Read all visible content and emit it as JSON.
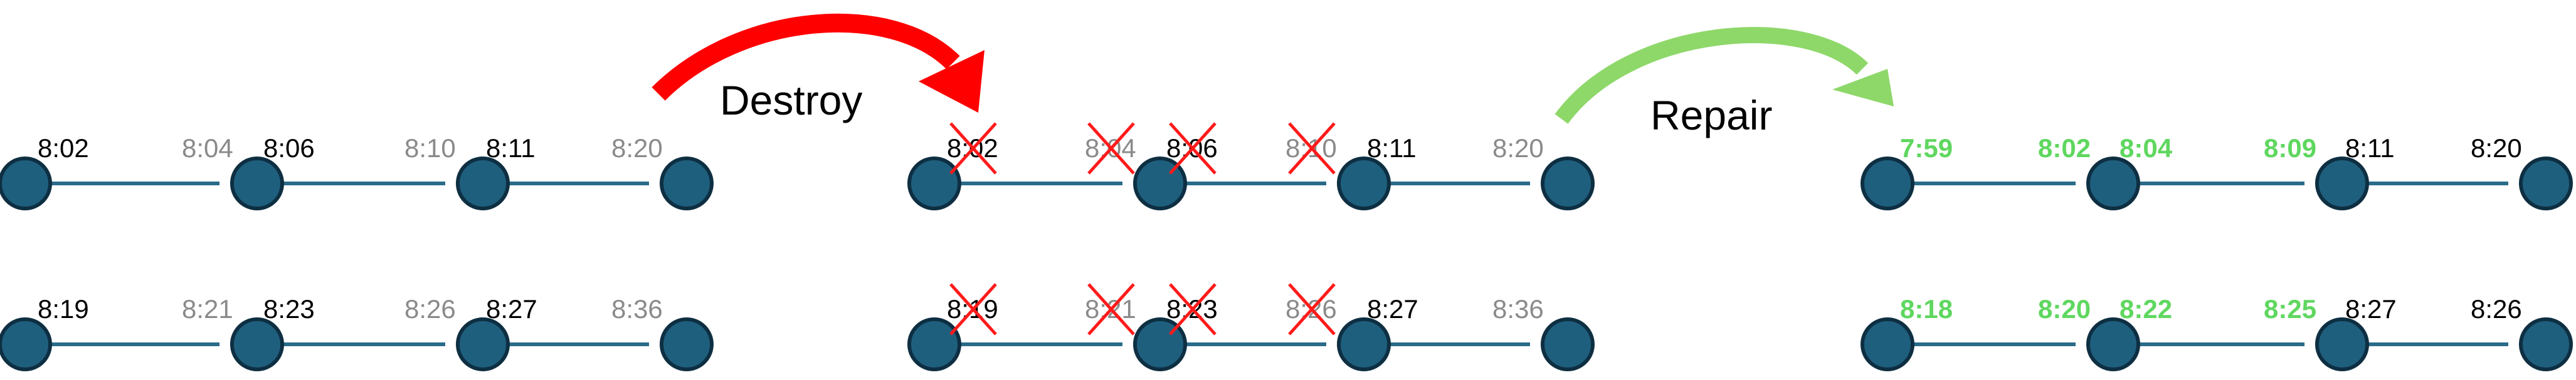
{
  "colors": {
    "node_fill": "#1f5f7e",
    "node_stroke": "#0e2f42",
    "edge": "#2a6b8a",
    "label_black": "#000000",
    "label_gray": "#8a8a8a",
    "label_green": "#5fd75f",
    "cross": "#ff1a1a",
    "destroy_arrow": "#ff0000",
    "repair_arrow": "#8ed86a"
  },
  "arrows": {
    "destroy": {
      "label": "Destroy"
    },
    "repair": {
      "label": "Repair"
    }
  },
  "panels": [
    {
      "id": "original",
      "rows": [
        {
          "labels": [
            {
              "text": "8:02",
              "style": "black",
              "crossed": false
            },
            {
              "text": "8:04",
              "style": "gray",
              "crossed": false
            },
            {
              "text": "8:06",
              "style": "black",
              "crossed": false
            },
            {
              "text": "8:10",
              "style": "gray",
              "crossed": false
            },
            {
              "text": "8:11",
              "style": "black",
              "crossed": false
            },
            {
              "text": "8:20",
              "style": "gray",
              "crossed": false
            }
          ]
        },
        {
          "labels": [
            {
              "text": "8:19",
              "style": "black",
              "crossed": false
            },
            {
              "text": "8:21",
              "style": "gray",
              "crossed": false
            },
            {
              "text": "8:23",
              "style": "black",
              "crossed": false
            },
            {
              "text": "8:26",
              "style": "gray",
              "crossed": false
            },
            {
              "text": "8:27",
              "style": "black",
              "crossed": false
            },
            {
              "text": "8:36",
              "style": "gray",
              "crossed": false
            }
          ]
        }
      ]
    },
    {
      "id": "destroyed",
      "rows": [
        {
          "labels": [
            {
              "text": "8:02",
              "style": "black",
              "crossed": true
            },
            {
              "text": "8:04",
              "style": "gray",
              "crossed": true
            },
            {
              "text": "8:06",
              "style": "black",
              "crossed": true
            },
            {
              "text": "8:10",
              "style": "gray",
              "crossed": true
            },
            {
              "text": "8:11",
              "style": "black",
              "crossed": false
            },
            {
              "text": "8:20",
              "style": "gray",
              "crossed": false
            }
          ]
        },
        {
          "labels": [
            {
              "text": "8:19",
              "style": "black",
              "crossed": true
            },
            {
              "text": "8:21",
              "style": "gray",
              "crossed": true
            },
            {
              "text": "8:23",
              "style": "black",
              "crossed": true
            },
            {
              "text": "8:26",
              "style": "gray",
              "crossed": true
            },
            {
              "text": "8:27",
              "style": "black",
              "crossed": false
            },
            {
              "text": "8:36",
              "style": "gray",
              "crossed": false
            }
          ]
        }
      ]
    },
    {
      "id": "repaired",
      "rows": [
        {
          "labels": [
            {
              "text": "7:59",
              "style": "green",
              "crossed": false
            },
            {
              "text": "8:02",
              "style": "green",
              "crossed": false
            },
            {
              "text": "8:04",
              "style": "green",
              "crossed": false
            },
            {
              "text": "8:09",
              "style": "green",
              "crossed": false
            },
            {
              "text": "8:11",
              "style": "black",
              "crossed": false
            },
            {
              "text": "8:20",
              "style": "black",
              "crossed": false
            }
          ]
        },
        {
          "labels": [
            {
              "text": "8:18",
              "style": "green",
              "crossed": false
            },
            {
              "text": "8:20",
              "style": "green",
              "crossed": false
            },
            {
              "text": "8:22",
              "style": "green",
              "crossed": false
            },
            {
              "text": "8:25",
              "style": "green",
              "crossed": false
            },
            {
              "text": "8:27",
              "style": "black",
              "crossed": false
            },
            {
              "text": "8:26",
              "style": "black",
              "crossed": false
            }
          ]
        }
      ]
    }
  ]
}
